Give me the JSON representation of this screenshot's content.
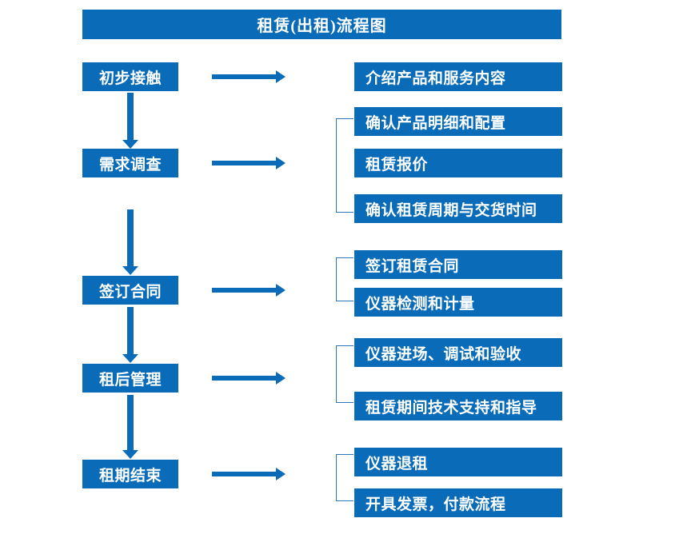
{
  "title": "租赁(出租)流程图",
  "accent_color": "#0A6CB8",
  "bracket_color": "#2E75B6",
  "background_color": "#FFFFFF",
  "stages": [
    {
      "label": "初步接触"
    },
    {
      "label": "需求调查"
    },
    {
      "label": "签订合同"
    },
    {
      "label": "租后管理"
    },
    {
      "label": "租期结束"
    }
  ],
  "details": [
    {
      "label": "介绍产品和服务内容"
    },
    {
      "label": "确认产品明细和配置"
    },
    {
      "label": "租赁报价"
    },
    {
      "label": "确认租赁周期与交货时间"
    },
    {
      "label": "签订租赁合同"
    },
    {
      "label": "仪器检测和计量"
    },
    {
      "label": "仪器进场、调试和验收"
    },
    {
      "label": "租赁期间技术支持和指导"
    },
    {
      "label": "仪器退租"
    },
    {
      "label": "开具发票，付款流程"
    }
  ]
}
